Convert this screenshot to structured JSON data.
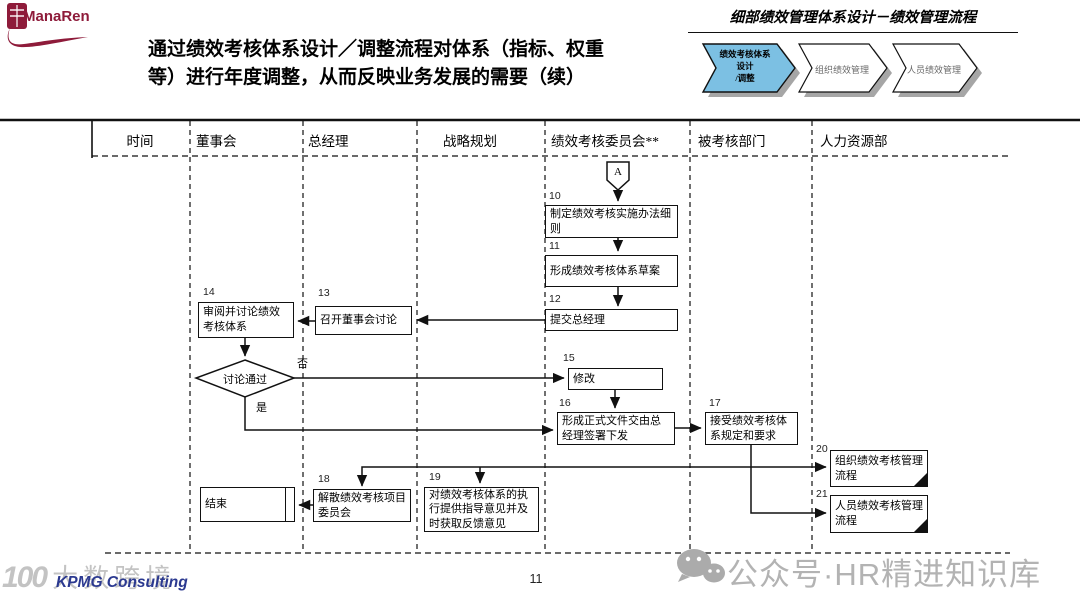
{
  "logo": {
    "text": "ManaRen",
    "color": "#8e1b3a"
  },
  "header": {
    "breadcrumb": "细部绩效管理体系设计－绩效管理流程",
    "title_line1": "通过绩效考核体系设计／调整流程对体系（指标、权重",
    "title_line2": "等）进行年度调整，从而反映业务发展的需要（续）",
    "tabs": [
      {
        "line1": "绩效考核体系",
        "line2": "设计",
        "line3": "/调整",
        "active": true,
        "fill": "#7cc0e3"
      },
      {
        "label": "组织绩效管理",
        "active": false,
        "fill": "#ffffff"
      },
      {
        "label": "人员绩效管理",
        "active": false,
        "fill": "#ffffff"
      }
    ]
  },
  "swimlanes": [
    "时间",
    "董事会",
    "总经理",
    "战略规划",
    "绩效考核委员会**",
    "被考核部门",
    "人力资源部"
  ],
  "flow": {
    "connector": "A",
    "steps": [
      {
        "id": "10",
        "text": "制定绩效考核实施办法细则"
      },
      {
        "id": "11",
        "text": "形成绩效考核体系草案"
      },
      {
        "id": "12",
        "text": "提交总经理"
      },
      {
        "id": "13",
        "text": "召开董事会讨论"
      },
      {
        "id": "14",
        "text": "审阅并讨论绩效考核体系"
      },
      {
        "id": "15",
        "text": "修改"
      },
      {
        "id": "16",
        "text": "形成正式文件交由总经理签署下发"
      },
      {
        "id": "17",
        "text": "接受绩效考核体系规定和要求"
      },
      {
        "id": "18",
        "text": "解散绩效考核项目委员会"
      },
      {
        "id": "19",
        "text": "对绩效考核体系的执行提供指导意见并及时获取反馈意见"
      },
      {
        "id": "20",
        "text": "组织绩效考核管理流程"
      },
      {
        "id": "21",
        "text": "人员绩效考核管理流程"
      }
    ],
    "decision": {
      "text": "讨论通过",
      "yes_label": "是",
      "no_label": "否"
    },
    "end_label": "结束"
  },
  "footer": {
    "brand": "KPMG Consulting",
    "brand_color": "#2b3990",
    "page_number": "11",
    "watermark_left_num": "100",
    "watermark_left": "大数跨境",
    "watermark_right": "公众号·HR精进知识库"
  }
}
